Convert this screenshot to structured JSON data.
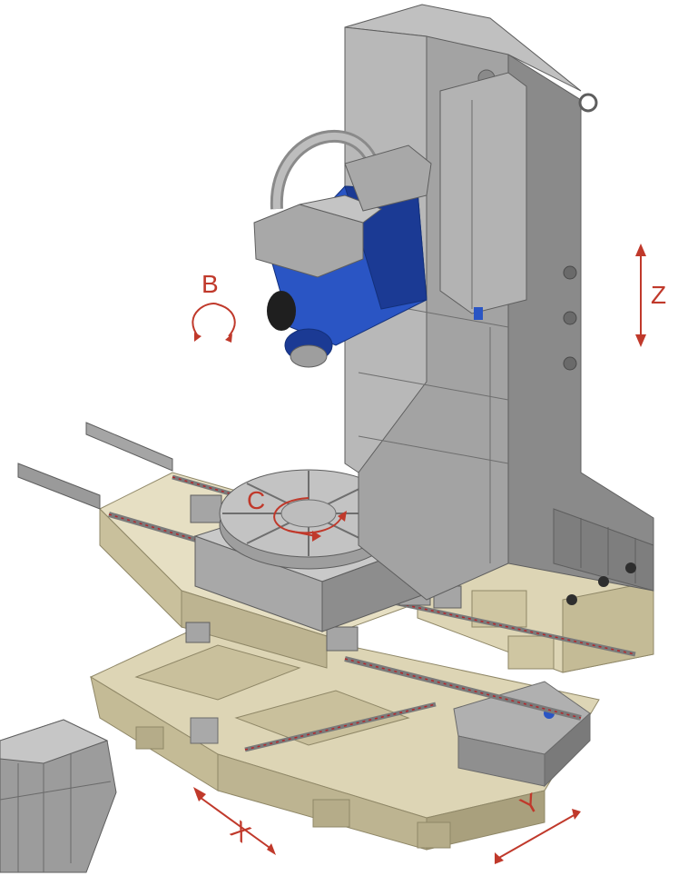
{
  "diagram": {
    "axes": {
      "b": {
        "label": "B"
      },
      "z": {
        "label": "Z"
      },
      "c": {
        "label": "C"
      },
      "x": {
        "label": "X"
      },
      "y": {
        "label": "Y"
      }
    }
  },
  "colors": {
    "axis_annotation": "#c0392b",
    "casting_light": "#ece6cf",
    "casting_mid": "#d8d0b0",
    "casting_dark": "#bdb491",
    "steel_light": "#b9b9b9",
    "steel_mid": "#9a9a9a",
    "steel_dark": "#707070",
    "spindle_head": "#2a55c4",
    "spindle_head_dark": "#1b3a94",
    "rail_red": "#b3262b"
  }
}
